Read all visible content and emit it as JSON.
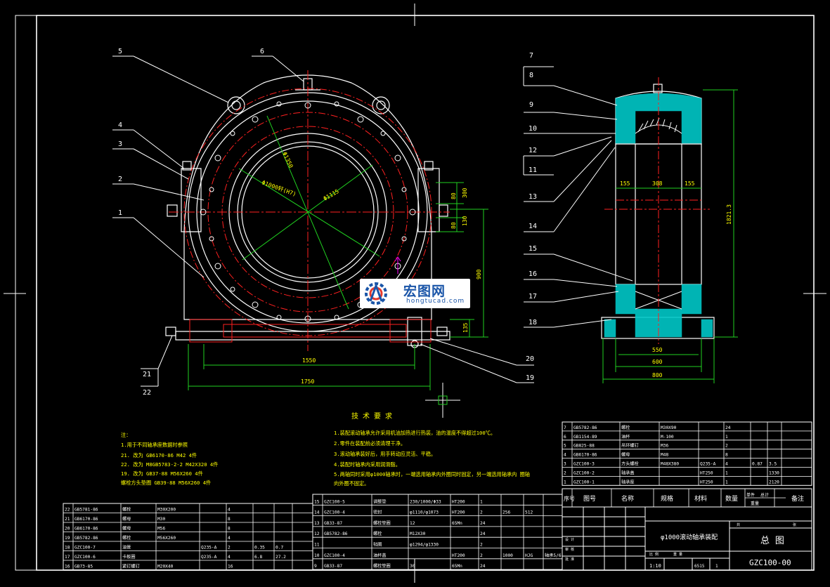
{
  "part_labels": [
    "1",
    "2",
    "3",
    "4",
    "5",
    "6",
    "7",
    "8",
    "9",
    "10",
    "11",
    "12",
    "13",
    "14",
    "15",
    "16",
    "17",
    "18",
    "19",
    "20",
    "21",
    "22"
  ],
  "dims": {
    "d1550": "1550",
    "d1750": "1750",
    "d155a": "155",
    "d308": "308",
    "d155b": "155",
    "d550": "550",
    "d600": "600",
    "d800": "800",
    "d1821": "1821.3",
    "d300": "300",
    "d80a": "80",
    "d80b": "80",
    "d130": "130",
    "d900": "900",
    "d135": "135",
    "dia1000": "Φ1000轩(H7)",
    "dia1115": "Φ1115",
    "dia1350": "Φ1350"
  },
  "tech": {
    "title": "技 术 要 求",
    "lines": [
      "1.装配滚动轴承允许采用机油加热进行热装，油的温度不得超过100℃。",
      "2.零件在装配前必须清理干净。",
      "3.滚动轴承装好后，用手转动应灵活、平稳。",
      "4.装配时轴承内采用润滑脂。",
      "5.两轴同时采用φ1000轴承时，一端选用轴承内外圈同时固定，另一端选用轴承内  圈轴",
      "  向外圈不固定。"
    ]
  },
  "notes": {
    "header": "注：",
    "line1": "1.用于不同轴承座数据时参照",
    "rows": [
      "21. 改为 GB6170-86      M42      4件",
      "22. 改为 M8GB5783-2-2   M42X320   4件",
      "19. 改为 GB37-88        M56X260   4件",
      "    螺栓方头垫圈 GB39-88  M56X260   4件"
    ]
  },
  "bom_left": [
    [
      "22",
      "GB5781-86",
      "螺栓",
      "M30X200",
      "",
      "4",
      "",
      ""
    ],
    [
      "21",
      "GB6170-86",
      "螺母",
      "M30",
      "",
      "8",
      "",
      ""
    ],
    [
      "20",
      "GB6170-86",
      "螺母",
      "M56",
      "",
      "8",
      "",
      ""
    ],
    [
      "19",
      "GB5782-86",
      "螺栓",
      "M56X260",
      "",
      "4",
      "",
      ""
    ],
    [
      "18",
      "GZC100-7",
      "油管",
      "",
      "Q235-A",
      "2",
      "0.35",
      "0.7"
    ],
    [
      "17",
      "GZC100-6",
      "卡板圈",
      "",
      "Q235-A",
      "4",
      "6.8",
      "27.2"
    ],
    [
      "16",
      "GB73-85",
      "紧钉螺钉",
      "M20X40",
      "",
      "16",
      "",
      ""
    ]
  ],
  "bom_mid": [
    [
      "15",
      "GZC100-5",
      "调整垫",
      "230/1000/Φ33",
      "HT200",
      "1",
      "",
      "",
      ""
    ],
    [
      "14",
      "GZC100-4",
      "密封",
      "φ1110/φ1073",
      "HT200",
      "2",
      "256",
      "512",
      ""
    ],
    [
      "13",
      "GB33-87",
      "螺栓垫圈",
      "12",
      "65Mn",
      "24",
      "",
      "",
      ""
    ],
    [
      "12",
      "GB5782-86",
      "螺栓",
      "M12X30",
      "",
      "24",
      "",
      "",
      ""
    ],
    [
      "11",
      "",
      "毡圈",
      "φ1294/φ1330",
      "",
      "2",
      "",
      "",
      ""
    ],
    [
      "10",
      "GZC100-4",
      "油杯盖",
      "",
      "HT200",
      "2",
      "1000",
      "HJG",
      "轴承5/6"
    ],
    [
      "9",
      "GB33-87",
      "螺栓垫圈",
      "30",
      "65Mn",
      "24",
      "",
      "",
      ""
    ]
  ],
  "bom_right": [
    [
      "7",
      "GB5782-86",
      "螺栓",
      "M30X90",
      "",
      "24",
      "",
      ""
    ],
    [
      "6",
      "GB1154-89",
      "油杯",
      "M-100",
      "",
      "1",
      "",
      ""
    ],
    [
      "5",
      "GB825-88",
      "吊环螺钉",
      "M36",
      "",
      "2",
      "",
      ""
    ],
    [
      "4",
      "GB6170-86",
      "螺母",
      "M48",
      "",
      "8",
      "",
      ""
    ],
    [
      "3",
      "GZC100-3",
      "方头螺栓",
      "M48X380",
      "Q235-A",
      "4",
      "0.87",
      "3.5"
    ],
    [
      "2",
      "GZC100-2",
      "轴承盖",
      "",
      "HT250",
      "1",
      "",
      "1330"
    ],
    [
      "1",
      "GZC100-1",
      "轴承座",
      "",
      "HT250",
      "1",
      "",
      "2120"
    ]
  ],
  "bom_header": [
    "序号",
    "图号",
    "名称",
    "规格",
    "材料",
    "数量",
    "单件",
    "总计",
    "重量",
    "备注"
  ],
  "title_block": {
    "assembly": "φ1000滚动轴承装配",
    "drawing_title": "总 图",
    "drawing_no": "GZC100-00",
    "scale": "1:10",
    "weight": "6515",
    "sheet": "1",
    "mini": [
      "设 计",
      "审 核",
      "批 准",
      "比 例",
      "重 量",
      "共",
      "张"
    ]
  },
  "watermark": {
    "title": "宏图网",
    "sub": "hongtucad.com"
  },
  "colors": {
    "background": "#000000",
    "line": "#ffffff",
    "center": "#ff2020",
    "dim": "#20d020",
    "text": "#ffff00",
    "hatch": "#00c8c8",
    "accent": "#ff00ff"
  }
}
